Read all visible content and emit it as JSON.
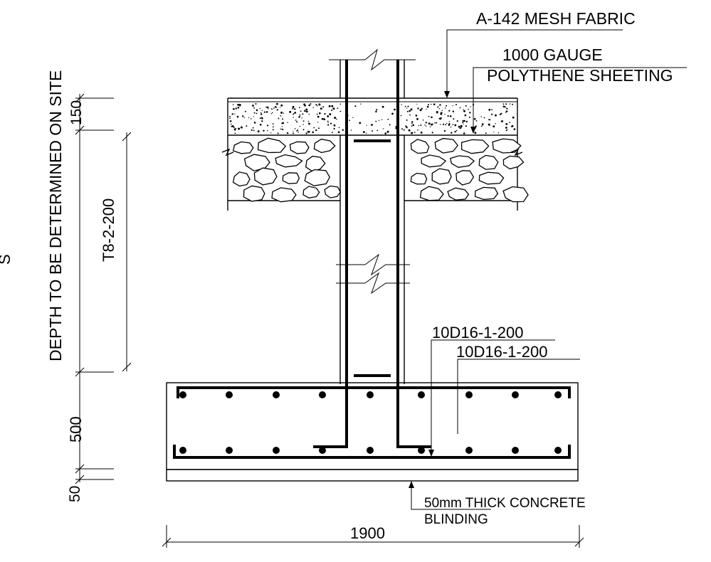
{
  "labels": {
    "mesh": "A-142 MESH FABRIC",
    "gauge": "1000 GAUGE",
    "polythene": "POLYTHENE SHEETING",
    "bar_top": "10D16-1-200",
    "bar_bottom": "10D16-1-200",
    "blinding_line1": "50mm THICK CONCRETE",
    "blinding_line2": "BLINDING",
    "stirrup": "T8-2-200",
    "depth_note": "DEPTH TO BE DETERMINED ON SITE",
    "partial_char": "S"
  },
  "dimensions": {
    "slab": "150",
    "footing": "500",
    "blinding": "50",
    "width": "1900"
  },
  "colors": {
    "line": "#000000",
    "background": "#ffffff"
  }
}
